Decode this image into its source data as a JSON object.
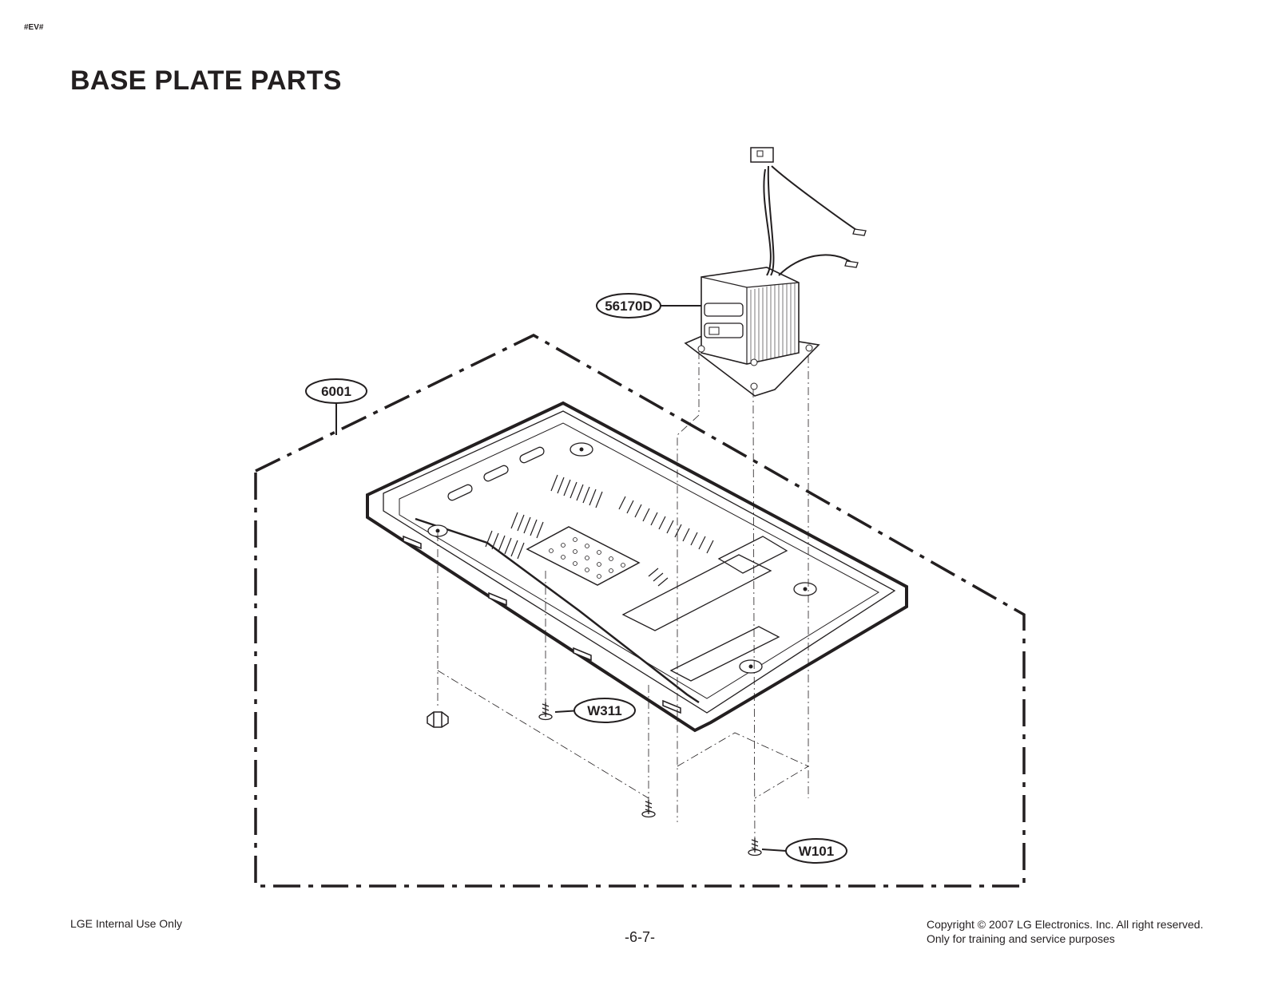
{
  "header": {
    "tag": "#EV#",
    "title": "BASE PLATE PARTS"
  },
  "callouts": [
    {
      "id": "56170d",
      "label": "56170D"
    },
    {
      "id": "6001",
      "label": "6001"
    },
    {
      "id": "w311",
      "label": "W311"
    },
    {
      "id": "w101",
      "label": "W101"
    }
  ],
  "footer": {
    "left": "LGE Internal Use Only",
    "page": "-6-7-",
    "copyright": "Copyright © 2007 LG Electronics. Inc. All right reserved.",
    "purpose": "Only for training and service purposes"
  }
}
